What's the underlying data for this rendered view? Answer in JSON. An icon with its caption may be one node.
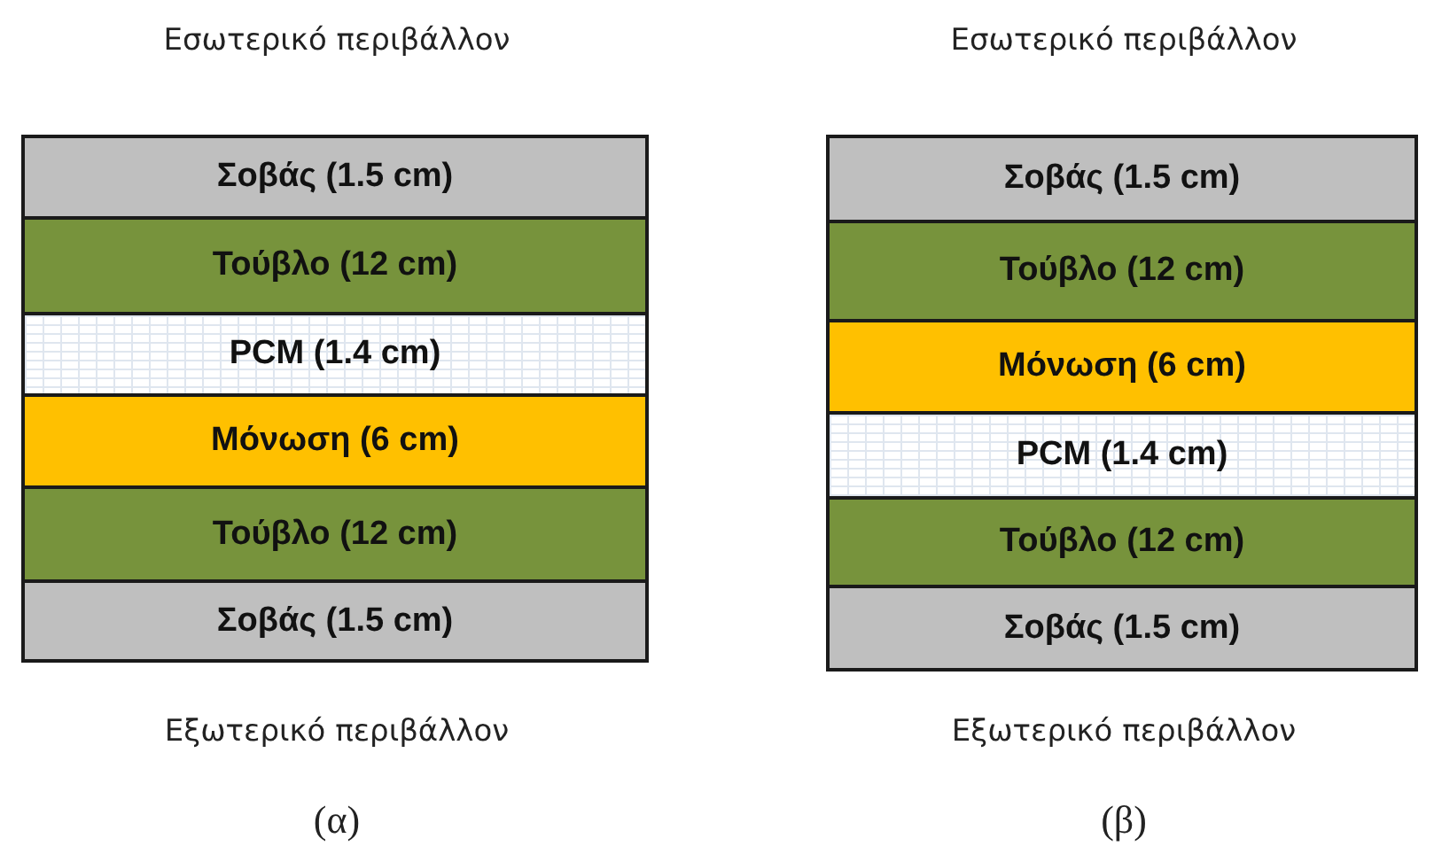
{
  "diagram": {
    "nodes": [
      {
        "text": [
          "Σοβάς (1.5 cm)"
        ]
      },
      {
        "text": [
          "Τούβλο (12 cm)"
        ]
      },
      {
        "text": [
          "PCM (1.4 cm)"
        ]
      },
      {
        "text": [
          "Μόνωση (6 cm)"
        ]
      },
      {
        "text": [
          "Τούβλο (12 cm)"
        ]
      },
      {
        "text": [
          "Σοβάς (1.5 cm)"
        ]
      },
      {
        "text": [
          "Σοβάς (1.5 cm)"
        ]
      },
      {
        "text": [
          "Τούβλο (12 cm)"
        ]
      },
      {
        "text": [
          "Μόνωση (6 cm)"
        ]
      },
      {
        "text": [
          "PCM (1.4 cm)"
        ]
      },
      {
        "text": [
          "Τούβλο (12 cm)"
        ]
      },
      {
        "text": [
          "Σοβάς (1.5 cm)"
        ]
      }
    ],
    "labels": [
      "Εσωτερικό περιβάλλον",
      "Εσωτερικό περιβάλλον",
      "Εξωτερικό περιβάλλον",
      "Εξωτερικό περιβάλλον",
      "(α)",
      "(β)"
    ]
  }
}
